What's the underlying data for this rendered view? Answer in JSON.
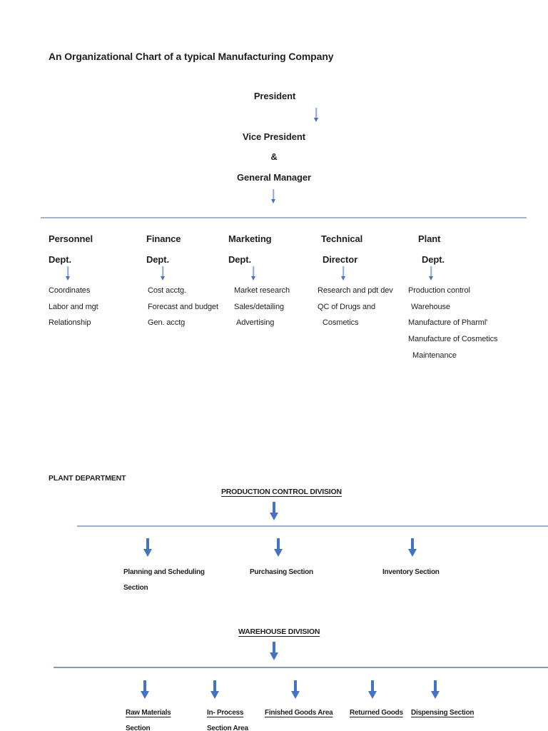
{
  "document": {
    "title": "An Organizational Chart of a typical Manufacturing Company"
  },
  "org_chart": {
    "president": "President",
    "vice_president_line1": "Vice President",
    "vice_president_line2": "&",
    "vice_president_line3": "General Manager",
    "departments": [
      {
        "name_line1": "Personnel",
        "name_line2": "Dept.",
        "items": [
          "Coordinates",
          "Labor and mgt",
          "Relationship"
        ]
      },
      {
        "name_line1": "Finance",
        "name_line2": "Dept.",
        "items": [
          "Cost acctg.",
          "Forecast and budget",
          "Gen. acctg"
        ]
      },
      {
        "name_line1": "Marketing",
        "name_line2": "Dept.",
        "items": [
          "Market research",
          "Sales/detailing",
          "Advertising"
        ]
      },
      {
        "name_line1": "Technical",
        "name_line2": "Director",
        "items": [
          "Research and pdt dev",
          "QC of Drugs and",
          "Cosmetics"
        ]
      },
      {
        "name_line1": "Plant",
        "name_line2": "Dept.",
        "items": [
          "Production control",
          "Warehouse",
          "Manufacture of Pharml'",
          "Manufacture of Cosmetics",
          "Maintenance"
        ]
      }
    ]
  },
  "plant_department": {
    "heading": "PLANT DEPARTMENT",
    "production_division": {
      "title": "PRODUCTION CONTROL DIVISION",
      "sections": [
        {
          "line1": "Planning and Scheduling",
          "line2": "Section"
        },
        {
          "line1": "Purchasing Section",
          "line2": ""
        },
        {
          "line1": "Inventory Section",
          "line2": ""
        }
      ]
    },
    "warehouse_division": {
      "title": "WAREHOUSE DIVISION",
      "sections": [
        {
          "line1": "Raw Materials",
          "line2": "Section"
        },
        {
          "line1": "In- Process",
          "line2": "Section Area"
        },
        {
          "line1": "Finished Goods Area",
          "line2": ""
        },
        {
          "line1": "Returned Goods",
          "line2": ""
        },
        {
          "line1": "Dispensing Section",
          "line2": ""
        }
      ]
    }
  },
  "colors": {
    "arrow_primary": "#4472c4",
    "arrow_light": "#8da8d8",
    "divider_light": "#a3b2c6",
    "divider_medium": "#9db0c9",
    "divider_dark": "#7e9bc8",
    "text": "#1f1f1f",
    "background": "#ffffff"
  }
}
